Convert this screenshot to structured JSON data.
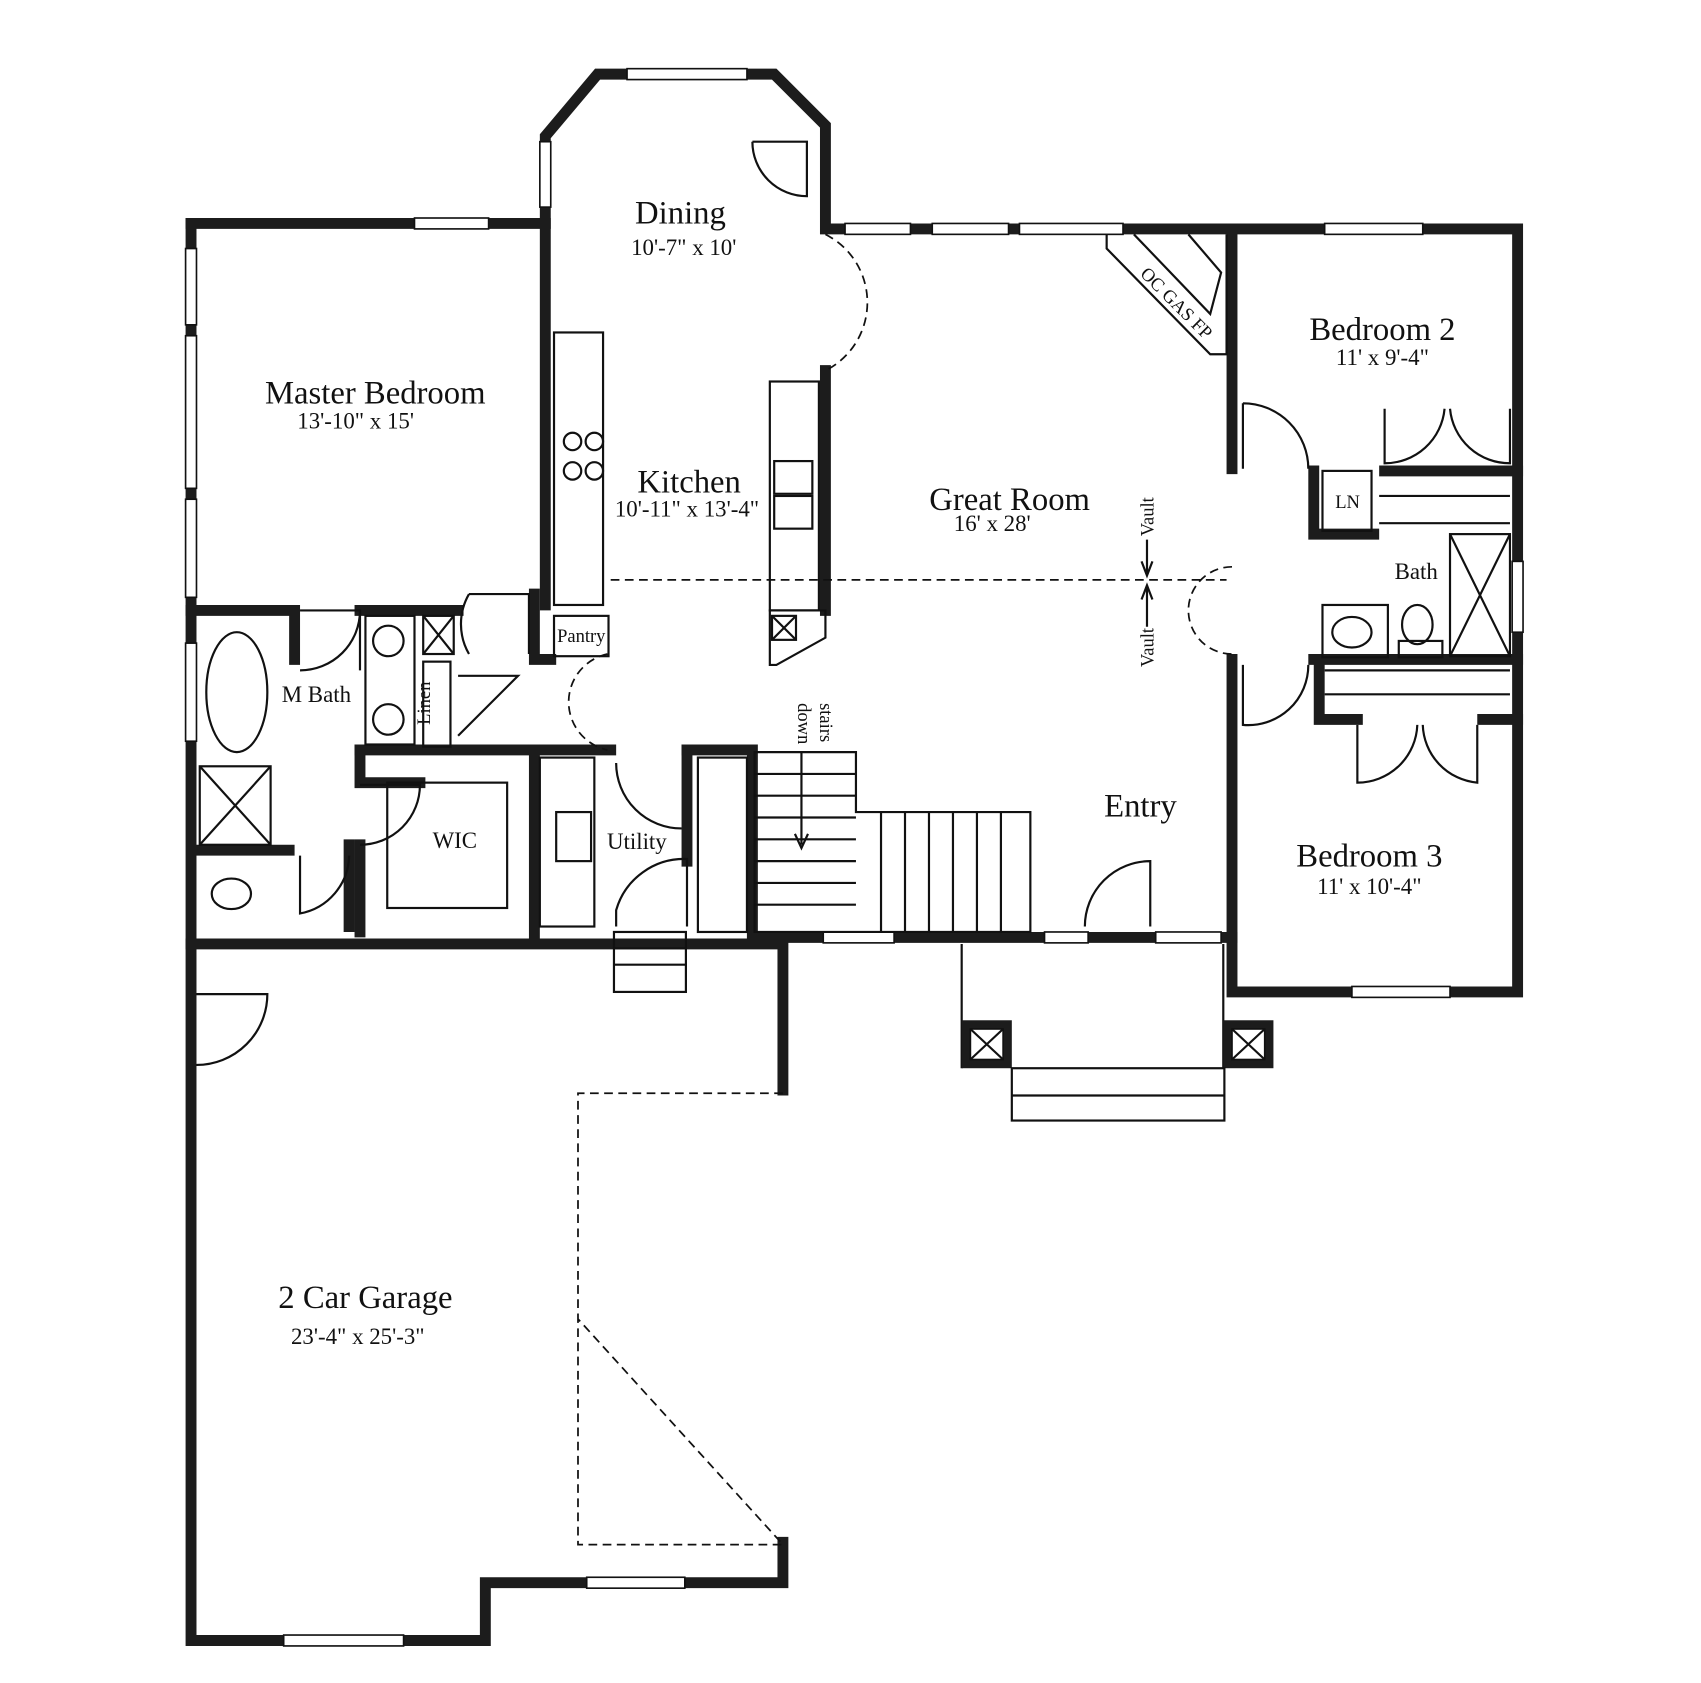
{
  "rooms": {
    "dining": {
      "name": "Dining",
      "dim": "10'-7\" x 10'"
    },
    "master": {
      "name": "Master Bedroom",
      "dim": "13'-10\" x 15'"
    },
    "kitchen": {
      "name": "Kitchen",
      "dim": "10'-11\" x 13'-4\""
    },
    "great": {
      "name": "Great Room",
      "dim": "16' x 28'"
    },
    "bed2": {
      "name": "Bedroom 2",
      "dim": "11' x 9'-4\""
    },
    "bed3": {
      "name": "Bedroom 3",
      "dim": "11' x 10'-4\""
    },
    "garage": {
      "name": "2 Car Garage",
      "dim": "23'-4\" x 25'-3\""
    },
    "entry": {
      "name": "Entry"
    },
    "mbath": {
      "name": "M Bath"
    },
    "bath": {
      "name": "Bath"
    },
    "wic": {
      "name": "WIC"
    },
    "utility": {
      "name": "Utility"
    },
    "pantry": {
      "name": "Pantry"
    },
    "linen": {
      "name": "Linen"
    },
    "ln": {
      "name": "LN"
    }
  },
  "labels": {
    "fireplace": "OC GAS FP",
    "vault_top": "Vault",
    "vault_bottom": "Vault",
    "stairs_down": "down",
    "stairs_word": "stairs"
  }
}
